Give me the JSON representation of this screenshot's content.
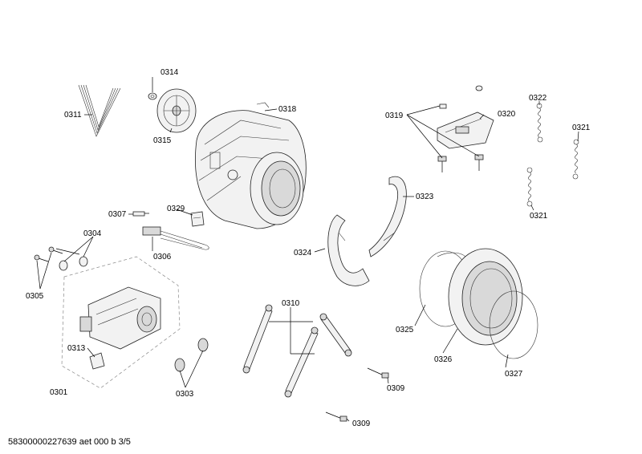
{
  "labels": {
    "p0311": "0311",
    "p0314": "0314",
    "p0315": "0315",
    "p0318": "0318",
    "p0319": "0319",
    "p0320": "0320",
    "p0322": "0322",
    "p0321a": "0321",
    "p0321b": "0321",
    "p0323": "0323",
    "p0307": "0307",
    "p0329": "0329",
    "p0306": "0306",
    "p0304": "0304",
    "p0305": "0305",
    "p0324": "0324",
    "p0310": "0310",
    "p0325": "0325",
    "p0326": "0326",
    "p0327": "0327",
    "p0313": "0313",
    "p0301": "0301",
    "p0303": "0303",
    "p0309a": "0309",
    "p0309b": "0309"
  },
  "footer": "58300000227639 aet 000 b 3/5"
}
